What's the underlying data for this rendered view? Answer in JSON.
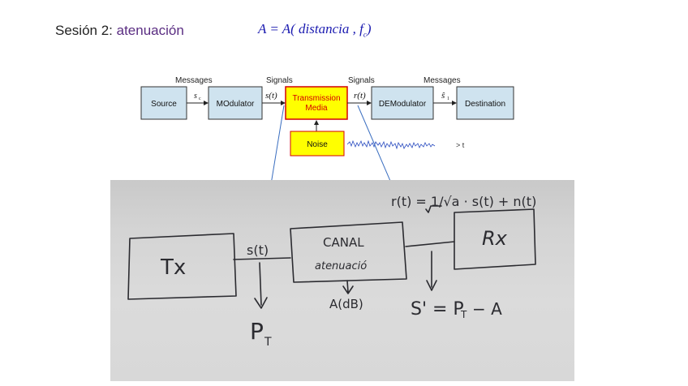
{
  "slide": {
    "title_prefix": "Sesión 2: ",
    "title_accent": "atenuación",
    "formula": "A = A( distancia , f",
    "formula_sub": "c",
    "formula_end": ")"
  },
  "diagram": {
    "labels": {
      "messages_left": "Messages",
      "signals_left": "Signals",
      "signals_right": "Signals",
      "messages_right": "Messages",
      "s_c": "s",
      "s_c_sub": "c",
      "s_t": "s(t)",
      "r_t": "r(t)",
      "s_hat": "ŝ",
      "s_hat_sub": "1",
      "t_axis": "> t"
    },
    "blocks": {
      "source": "Source",
      "modulator": "MOdulator",
      "tx_media_1": "Transmission",
      "tx_media_2": "Media",
      "demodulator": "DEModulator",
      "destination": "Destination",
      "noise": "Noise"
    },
    "colors": {
      "accent": "#5a2d82",
      "media_fill": "#ffff00",
      "media_border": "#d40000",
      "arrow": "#3a6ec0"
    }
  },
  "whiteboard": {
    "tx": "Tx",
    "rx": "Rx",
    "canal": "CANAL",
    "atenuacion": "atenuació",
    "s_t": "s(t)",
    "pt": "P",
    "pt_sub": "T",
    "a_db": "A(dB)",
    "r_eq": "r(t) = 1/√a · s(t) + n(t)",
    "s_eq": "S' = P",
    "s_eq_sub": "T",
    "s_eq_end": "− A"
  }
}
